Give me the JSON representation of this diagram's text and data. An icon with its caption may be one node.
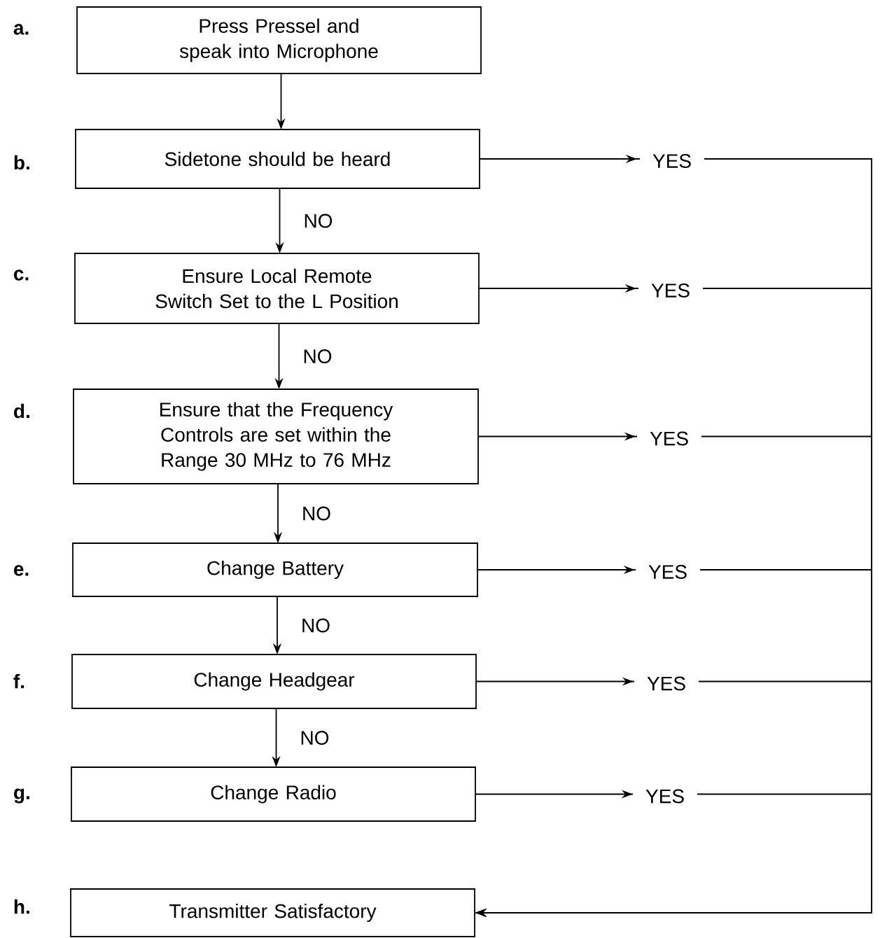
{
  "diagram": {
    "nodes": [
      {
        "text": [
          "Press Pressel and speak into Microphone"
        ],
        "beside": [
          "a."
        ]
      },
      {
        "text": [
          "Sidetone should be heard"
        ],
        "beside": [
          "b."
        ]
      },
      {
        "text": [
          "Ensure Local Remote Switch Set to the L Position"
        ],
        "beside": [
          "c."
        ]
      },
      {
        "text": [
          "Ensure that the Frequency Controls are set within the Range 30 MHz to 76 MHz"
        ],
        "beside": [
          "d."
        ]
      },
      {
        "text": [
          "Change Battery"
        ],
        "beside": [
          "e."
        ]
      },
      {
        "text": [
          "Change Headgear"
        ],
        "beside": [
          "f."
        ]
      },
      {
        "text": [
          "Change Radio"
        ],
        "beside": [
          "g."
        ]
      },
      {
        "text": [
          "Transmitter Satisfactory"
        ],
        "beside": [
          "h."
        ]
      }
    ],
    "edges": [
      {
        "from": 0,
        "to": 1,
        "arrow": "to"
      },
      {
        "from": 1,
        "to": 2,
        "arrow": "to",
        "label": "NO"
      },
      {
        "from": 2,
        "to": 3,
        "arrow": "to",
        "label": "NO"
      },
      {
        "from": 3,
        "to": 4,
        "arrow": "to",
        "label": "NO"
      },
      {
        "from": 4,
        "to": 5,
        "arrow": "to",
        "label": "NO"
      },
      {
        "from": 5,
        "to": 6,
        "arrow": "to",
        "label": "NO"
      },
      {
        "from": 1,
        "to": 7,
        "arrow": "to",
        "label": "YES"
      },
      {
        "from": 2,
        "to": 7,
        "arrow": "to",
        "label": "YES"
      },
      {
        "from": 3,
        "to": 7,
        "arrow": "to",
        "label": "YES"
      },
      {
        "from": 4,
        "to": 7,
        "arrow": "to",
        "label": "YES"
      },
      {
        "from": 5,
        "to": 7,
        "arrow": "to",
        "label": "YES"
      },
      {
        "from": 6,
        "to": 7,
        "arrow": "to",
        "label": "YES"
      }
    ]
  }
}
